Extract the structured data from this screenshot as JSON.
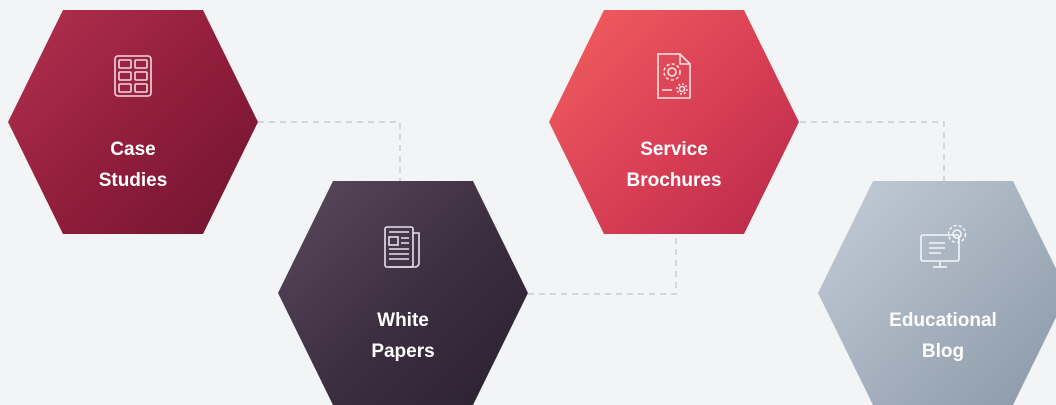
{
  "diagram": {
    "nodes": [
      {
        "id": "case",
        "line1": "Case",
        "line2": "Studies",
        "icon": "grid-icon",
        "color": "#9b2344"
      },
      {
        "id": "white",
        "line1": "White",
        "line2": "Papers",
        "icon": "newspaper-icon",
        "color": "#3f3243"
      },
      {
        "id": "service",
        "line1": "Service",
        "line2": "Brochures",
        "icon": "document-gear-icon",
        "color": "#e0475a"
      },
      {
        "id": "blog",
        "line1": "Educational",
        "line2": "Blog",
        "icon": "monitor-gear-icon",
        "color": "#a3afbc"
      }
    ],
    "connector_color": "#c7d0d8"
  }
}
